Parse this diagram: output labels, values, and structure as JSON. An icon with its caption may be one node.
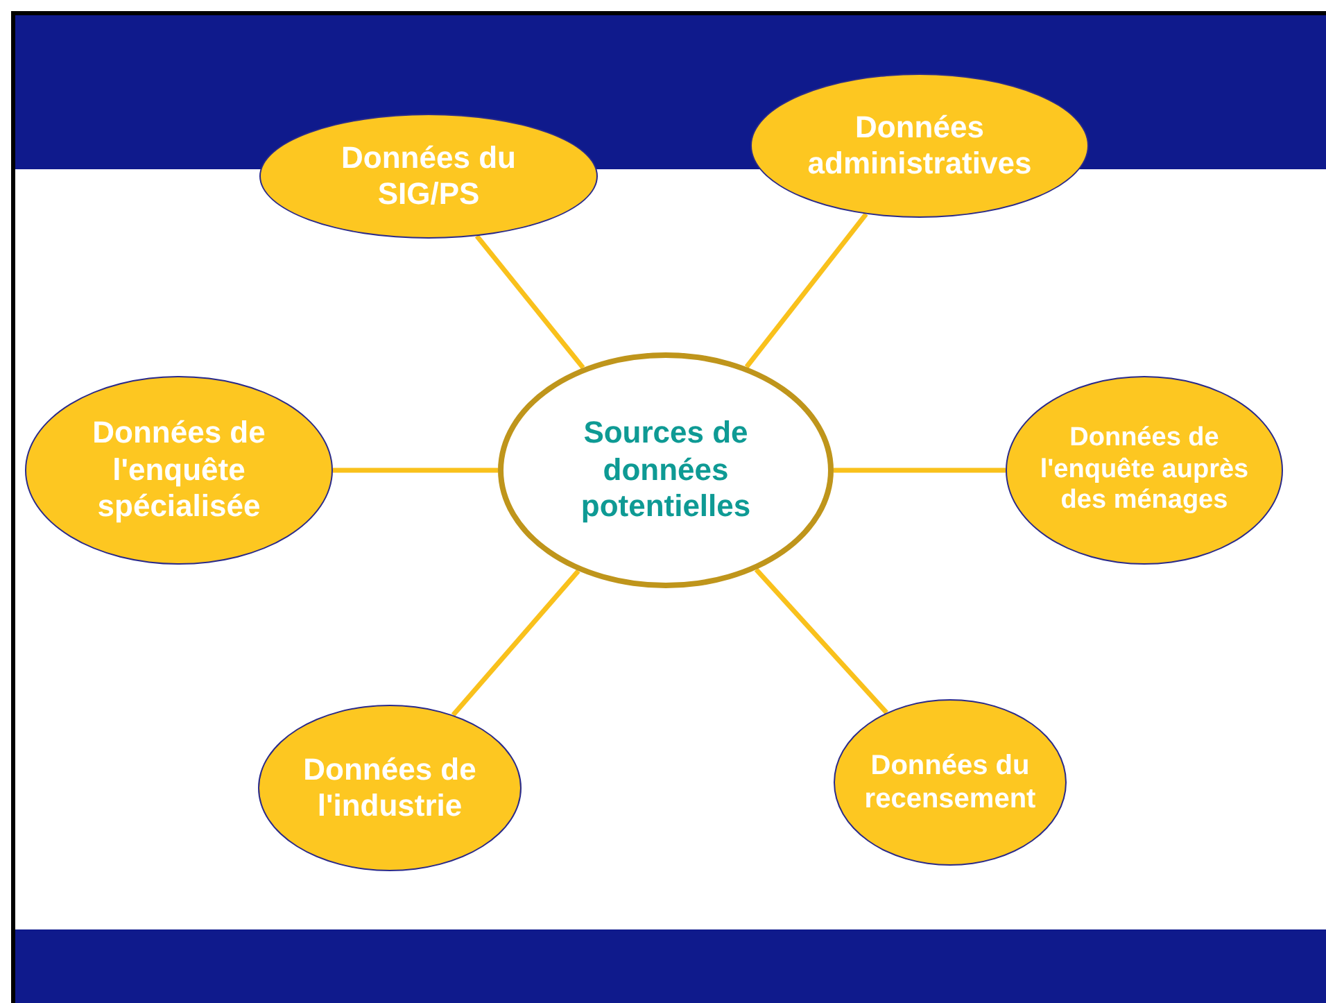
{
  "diagram": {
    "nodes": [
      {
        "text": [
          "Sources de données potentielles"
        ]
      },
      {
        "text": [
          "Données du SIG/PS"
        ]
      },
      {
        "text": [
          "Données administratives"
        ]
      },
      {
        "text": [
          "Données de l'enquête spécialisée"
        ]
      },
      {
        "text": [
          "Données de l'enquête auprès des ménages"
        ]
      },
      {
        "text": [
          "Données de l'industrie"
        ]
      },
      {
        "text": [
          "Données du recensement"
        ]
      }
    ],
    "edges": [
      {
        "from": 0,
        "to": 1,
        "arrow": "none"
      },
      {
        "from": 0,
        "to": 2,
        "arrow": "none"
      },
      {
        "from": 0,
        "to": 3,
        "arrow": "none"
      },
      {
        "from": 0,
        "to": 4,
        "arrow": "none"
      },
      {
        "from": 0,
        "to": 5,
        "arrow": "none"
      },
      {
        "from": 0,
        "to": 6,
        "arrow": "none"
      }
    ]
  }
}
